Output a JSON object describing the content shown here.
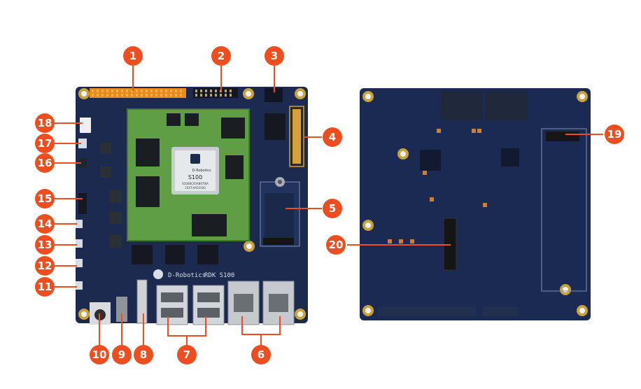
{
  "board_front": {
    "soc_brand": "D-Robotics",
    "soc_model": "S100",
    "soc_code1": "S100BC00AB0TWA",
    "soc_code2": "25XT-AA03300",
    "silk_brand": "D-Robotics",
    "silk_model": "RDK S100"
  },
  "colors": {
    "callout": "#ee4e1f",
    "pcb": "#1b2a4e",
    "pcb_back": "#1a2a52",
    "som": "#5f9e45",
    "leader": "#ee4e1f"
  },
  "callouts": [
    {
      "label": "1"
    },
    {
      "label": "2"
    },
    {
      "label": "3"
    },
    {
      "label": "4"
    },
    {
      "label": "5"
    },
    {
      "label": "6"
    },
    {
      "label": "7"
    },
    {
      "label": "8"
    },
    {
      "label": "9"
    },
    {
      "label": "10"
    },
    {
      "label": "11"
    },
    {
      "label": "12"
    },
    {
      "label": "13"
    },
    {
      "label": "14"
    },
    {
      "label": "15"
    },
    {
      "label": "16"
    },
    {
      "label": "17"
    },
    {
      "label": "18"
    },
    {
      "label": "19"
    },
    {
      "label": "20"
    }
  ]
}
